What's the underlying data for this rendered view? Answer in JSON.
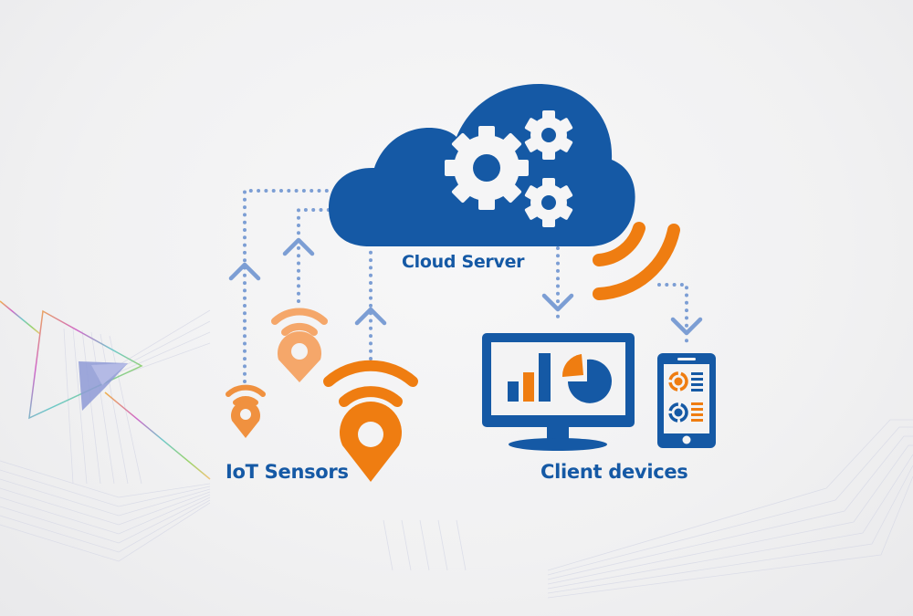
{
  "diagram": {
    "title": "Cloud Server",
    "nodes": {
      "cloud": {
        "label": "Cloud Server",
        "icon": "cloud-with-gears-icon"
      },
      "sensors": {
        "label": "IoT Sensors",
        "icon": "wifi-location-pin-icon",
        "count": 3
      },
      "clients": {
        "label": "Client devices",
        "icons": [
          "monitor-charts-icon",
          "smartphone-dashboard-icon"
        ]
      }
    },
    "edges": [
      {
        "from": "IoT Sensors",
        "to": "Cloud Server",
        "direction": "up",
        "style": "dotted"
      },
      {
        "from": "Cloud Server",
        "to": "Client devices",
        "direction": "down",
        "style": "dotted"
      },
      {
        "from": "Cloud Server",
        "to": "Client devices",
        "via": "wireless",
        "style": "dotted"
      }
    ]
  },
  "colors": {
    "primary_blue": "#1559a5",
    "orange": "#ef7d11",
    "light_orange": "#f5a76a",
    "mid_orange": "#f0913f",
    "connector_blue": "#7c9ed4",
    "background": "#f2f2f3"
  }
}
